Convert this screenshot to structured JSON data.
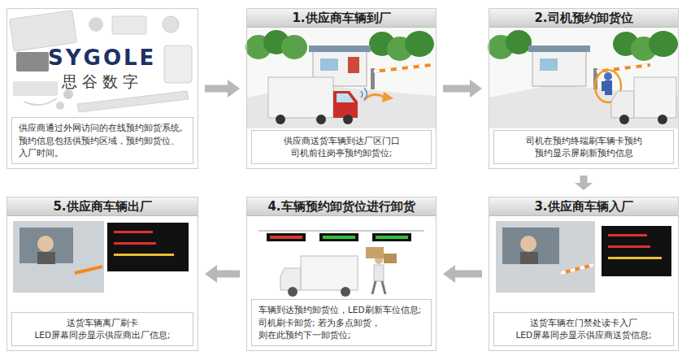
{
  "diagram": {
    "nodes": [
      {
        "text": [
          "供应商通过外网访问的在线预约卸货系统, 预约信息包括供预约区域，预约卸货位、 入厂时间。"
        ]
      },
      {
        "text": [
          "1.供应商车辆到厂",
          "供应商送货车辆到达厂区门口 司机前往岗亭预约卸货位;"
        ]
      },
      {
        "text": [
          "2.司机预约卸货位",
          "司机在预约终端刷车辆卡预约 预约显示屏刷新预约信息"
        ]
      },
      {
        "text": [
          "3.供应商车辆入厂",
          "送货车辆在门禁处读卡入厂 LED屏幕同步显示供应商送货信息;"
        ]
      },
      {
        "text": [
          "4.车辆预约卸货位进行卸货",
          "车辆到达预约卸货位，LED刷新车位信息; 司机刷卡卸货; 若为多点卸货，则在此预约下一卸货位;"
        ]
      },
      {
        "text": [
          "5.供应商车辆出厂",
          "送货车辆离厂刷卡 LED屏幕同步显示供应商出厂信息;"
        ]
      }
    ],
    "edges": [
      {
        "from": 0,
        "to": 1,
        "arrow": "to"
      },
      {
        "from": 1,
        "to": 2,
        "arrow": "to"
      },
      {
        "from": 2,
        "to": 3,
        "arrow": "to"
      },
      {
        "from": 3,
        "to": 4,
        "arrow": "to"
      },
      {
        "from": 4,
        "to": 5,
        "arrow": "to"
      }
    ],
    "labels": [
      "SYGOLE",
      "思谷数字"
    ]
  }
}
